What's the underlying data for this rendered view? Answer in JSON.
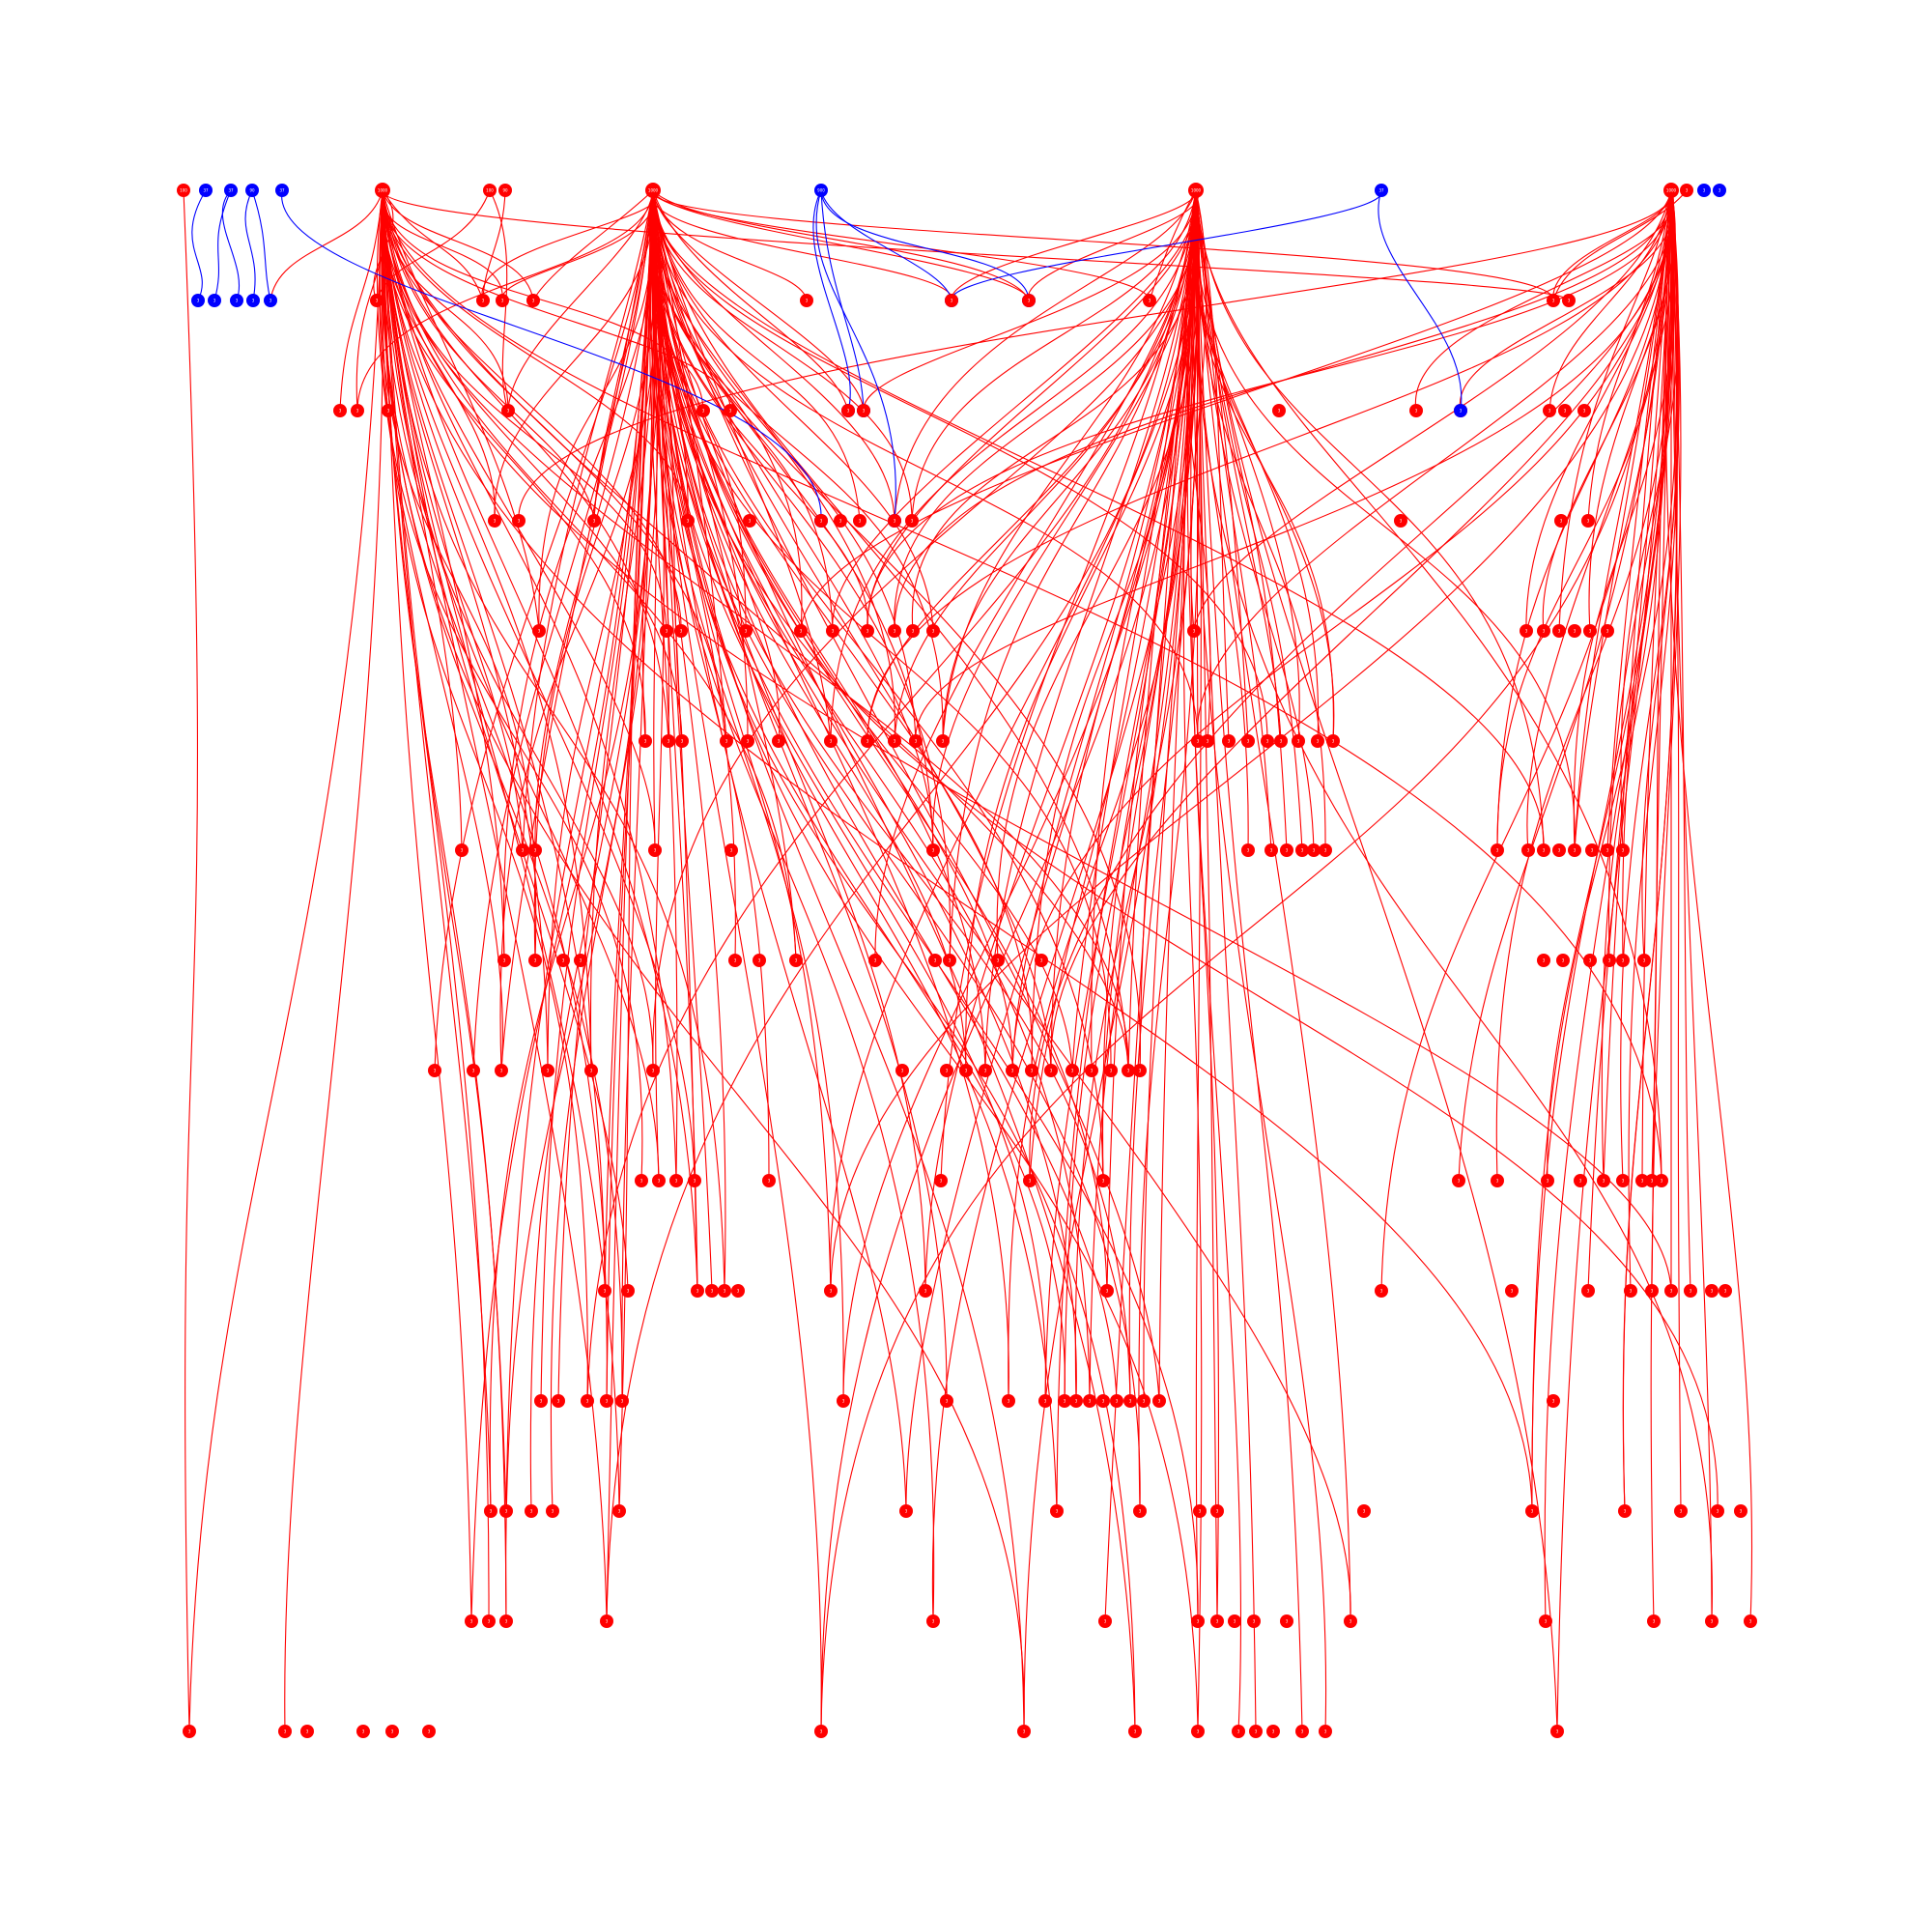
{
  "colors": {
    "red": "#ff0000",
    "blue": "#0000ff",
    "background": "#ffffff"
  },
  "top_nodes": [
    {
      "id": "a1",
      "label": "100",
      "color": "red"
    },
    {
      "id": "a2",
      "label": "37",
      "color": "blue"
    },
    {
      "id": "a3",
      "label": "37",
      "color": "blue"
    },
    {
      "id": "a4",
      "label": "90",
      "color": "blue"
    },
    {
      "id": "a5",
      "label": "37",
      "color": "blue"
    },
    {
      "id": "hubA",
      "label": "1000",
      "color": "red"
    },
    {
      "id": "b1",
      "label": "100",
      "color": "red"
    },
    {
      "id": "b2",
      "label": "90",
      "color": "red"
    },
    {
      "id": "hubB",
      "label": "1000",
      "color": "red"
    },
    {
      "id": "c1",
      "label": "900",
      "color": "blue"
    },
    {
      "id": "hubC",
      "label": "1000",
      "color": "red"
    },
    {
      "id": "d1",
      "label": "37",
      "color": "blue"
    },
    {
      "id": "hubD",
      "label": "1000",
      "color": "red"
    },
    {
      "id": "e1",
      "label": "3",
      "color": "red"
    },
    {
      "id": "e2",
      "label": "3",
      "color": "blue"
    },
    {
      "id": "e3",
      "label": "3",
      "color": "blue"
    }
  ],
  "node_label": "3",
  "blue_edges": [
    [
      "a2",
      "r1_0"
    ],
    [
      "a3",
      "r1_1"
    ],
    [
      "a3",
      "r1_2"
    ],
    [
      "a4",
      "r1_3"
    ],
    [
      "a4",
      "r1_4"
    ],
    [
      "a5",
      "r3_5"
    ],
    [
      "c1",
      "r2_6"
    ],
    [
      "c1",
      "r2_7"
    ],
    [
      "c1",
      "r1_10"
    ],
    [
      "c1",
      "r3_9"
    ],
    [
      "c1",
      "r1_11"
    ],
    [
      "d1",
      "r1_10"
    ],
    [
      "d1",
      "r3_12"
    ]
  ]
}
